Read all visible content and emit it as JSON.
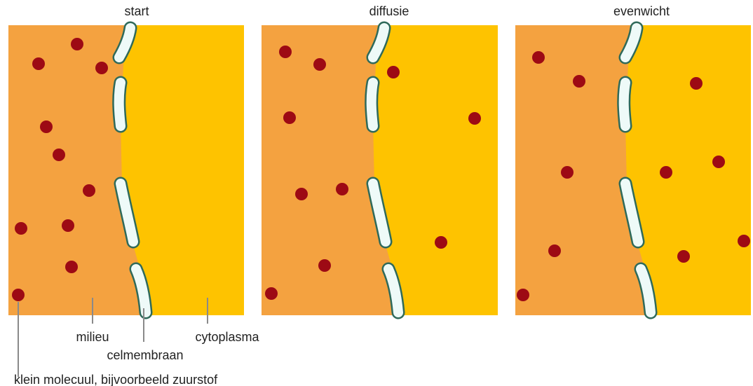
{
  "colors": {
    "milieu": "#f4a240",
    "cytoplasm": "#fec300",
    "molecule": "#9d0a14",
    "membrane_fill": "#eefaf8",
    "membrane_stroke": "#2f6a5a"
  },
  "panels": [
    {
      "title": "start"
    },
    {
      "title": "diffusie"
    },
    {
      "title": "evenwicht"
    }
  ],
  "labels": {
    "milieu": "milieu",
    "cytoplasm": "cytoplasma",
    "membrane": "celmembraan",
    "molecule": "klein molecuul, bijvoorbeeld zuurstof"
  }
}
